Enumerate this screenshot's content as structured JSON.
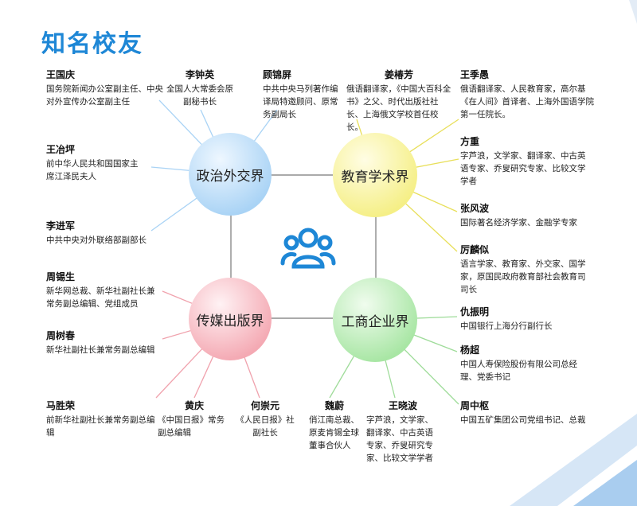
{
  "title": "知名校友",
  "categories": {
    "politics": {
      "label": "政治外交界",
      "color": "#a9d3f5"
    },
    "education": {
      "label": "教育学术界",
      "color": "#f5ef86"
    },
    "media": {
      "label": "传媒出版界",
      "color": "#f4a9b3"
    },
    "business": {
      "label": "工商企业界",
      "color": "#a8e6a4"
    }
  },
  "center_icon": "people-group-icon",
  "people": [
    {
      "name": "王国庆",
      "desc": "国务院新闻办公室副主任、中央对外宣传办公室副主任"
    },
    {
      "name": "李钟英",
      "desc": "全国人大常委会原副秘书长"
    },
    {
      "name": "顾锦屏",
      "desc": "中共中央马列著作编译局特邀顾问、原常务副局长"
    },
    {
      "name": "姜椿芳",
      "desc": "俄语翻译家，《中国大百科全书》之父、时代出版社社长、上海俄文学校首任校长。"
    },
    {
      "name": "王季愚",
      "desc": "俄语翻译家、人民教育家，高尔基《在人间》首译者、上海外国语学院第一任院长。"
    },
    {
      "name": "王冶坪",
      "desc": "前中华人民共和国国家主席江泽民夫人"
    },
    {
      "name": "方重",
      "desc": "字芦浪，文学家、翻译家、中古英语专家、乔叟研究专家、比较文学学者"
    },
    {
      "name": "张风波",
      "desc": "国际著名经济学家、金融学专家"
    },
    {
      "name": "李进军",
      "desc": "中共中央对外联络部副部长"
    },
    {
      "name": "厉麟似",
      "desc": "语言学家、教育家、外交家、国学家，原国民政府教育部社会教育司司长"
    },
    {
      "name": "周锡生",
      "desc": "新华网总裁、新华社副社长兼常务副总编辑、党组成员"
    },
    {
      "name": "仇振明",
      "desc": "中国银行上海分行副行长"
    },
    {
      "name": "周树春",
      "desc": "新华社副社长兼常务副总编辑"
    },
    {
      "name": "杨超",
      "desc": "中国人寿保险股份有限公司总经理、党委书记"
    },
    {
      "name": "马胜荣",
      "desc": "前新华社副社长兼常务副总编辑"
    },
    {
      "name": "黄庆",
      "desc": "《中国日报》常务副总编辑"
    },
    {
      "name": "何崇元",
      "desc": "《人民日报》社副社长"
    },
    {
      "name": "魏蔚",
      "desc": "俏江南总裁、原麦肯锡全球董事合伙人"
    },
    {
      "name": "王晓波",
      "desc": "字芦浪，文学家、翻译家、中古英语专家、乔叟研究专家、比较文学学者"
    },
    {
      "name": "周中枢",
      "desc": "中国五矿集团公司党组书记、总裁"
    }
  ]
}
